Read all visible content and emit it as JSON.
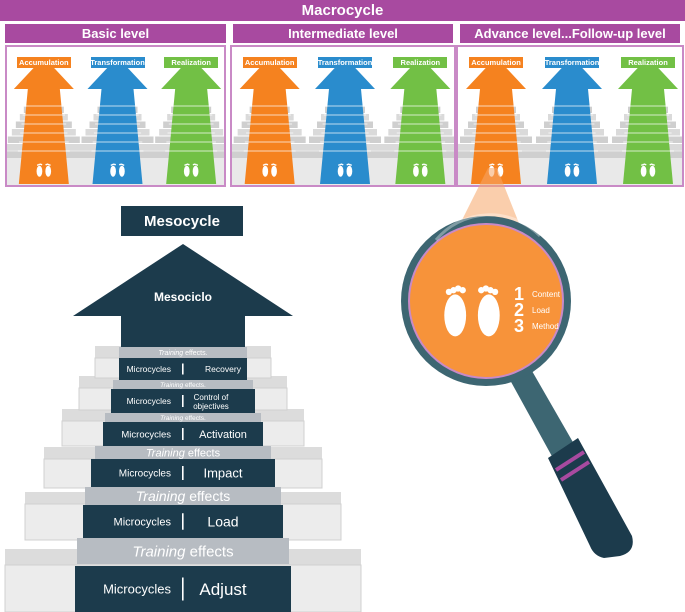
{
  "macrocycle": {
    "title": "Macrocycle"
  },
  "levels": [
    {
      "title": "Basic level"
    },
    {
      "title": "Intermediate level"
    },
    {
      "title": "Advance level...Follow-up level"
    }
  ],
  "arrow_labels": [
    "Accumulation",
    "Transformation",
    "Realization"
  ],
  "mesocycle": {
    "title": "Mesocycle",
    "arrow_label": "Mesociclo",
    "steps": [
      {
        "left": "Microcycles",
        "right": "Recovery"
      },
      {
        "left": "Microcycles",
        "right": "Control of objectives"
      },
      {
        "left": "Microcycles",
        "right": "Activation"
      },
      {
        "left": "Microcycles",
        "right": "Impact"
      },
      {
        "left": "Microcycles",
        "right": "Load"
      },
      {
        "left": "Microcycles",
        "right": "Adjust"
      }
    ],
    "effects": [
      {
        "italic": "Training",
        "rest": " effects."
      },
      {
        "italic": "Training",
        "rest": " effects."
      },
      {
        "italic": "Training",
        "rest": " effects."
      },
      {
        "italic": "Training",
        "rest": " effects"
      },
      {
        "italic": "Training",
        "rest": " effects"
      },
      {
        "italic": "Training",
        "rest": " effects"
      }
    ]
  },
  "magnifier": {
    "items": [
      {
        "number": "1",
        "label": "Content"
      },
      {
        "number": "2",
        "label": "Load"
      },
      {
        "number": "3",
        "label": "Method"
      }
    ]
  },
  "colors": {
    "purple": "#a84aa0",
    "orange": "#f5821f",
    "blue": "#2a8ccd",
    "green": "#72c045",
    "navy": "#1c3b4c"
  }
}
